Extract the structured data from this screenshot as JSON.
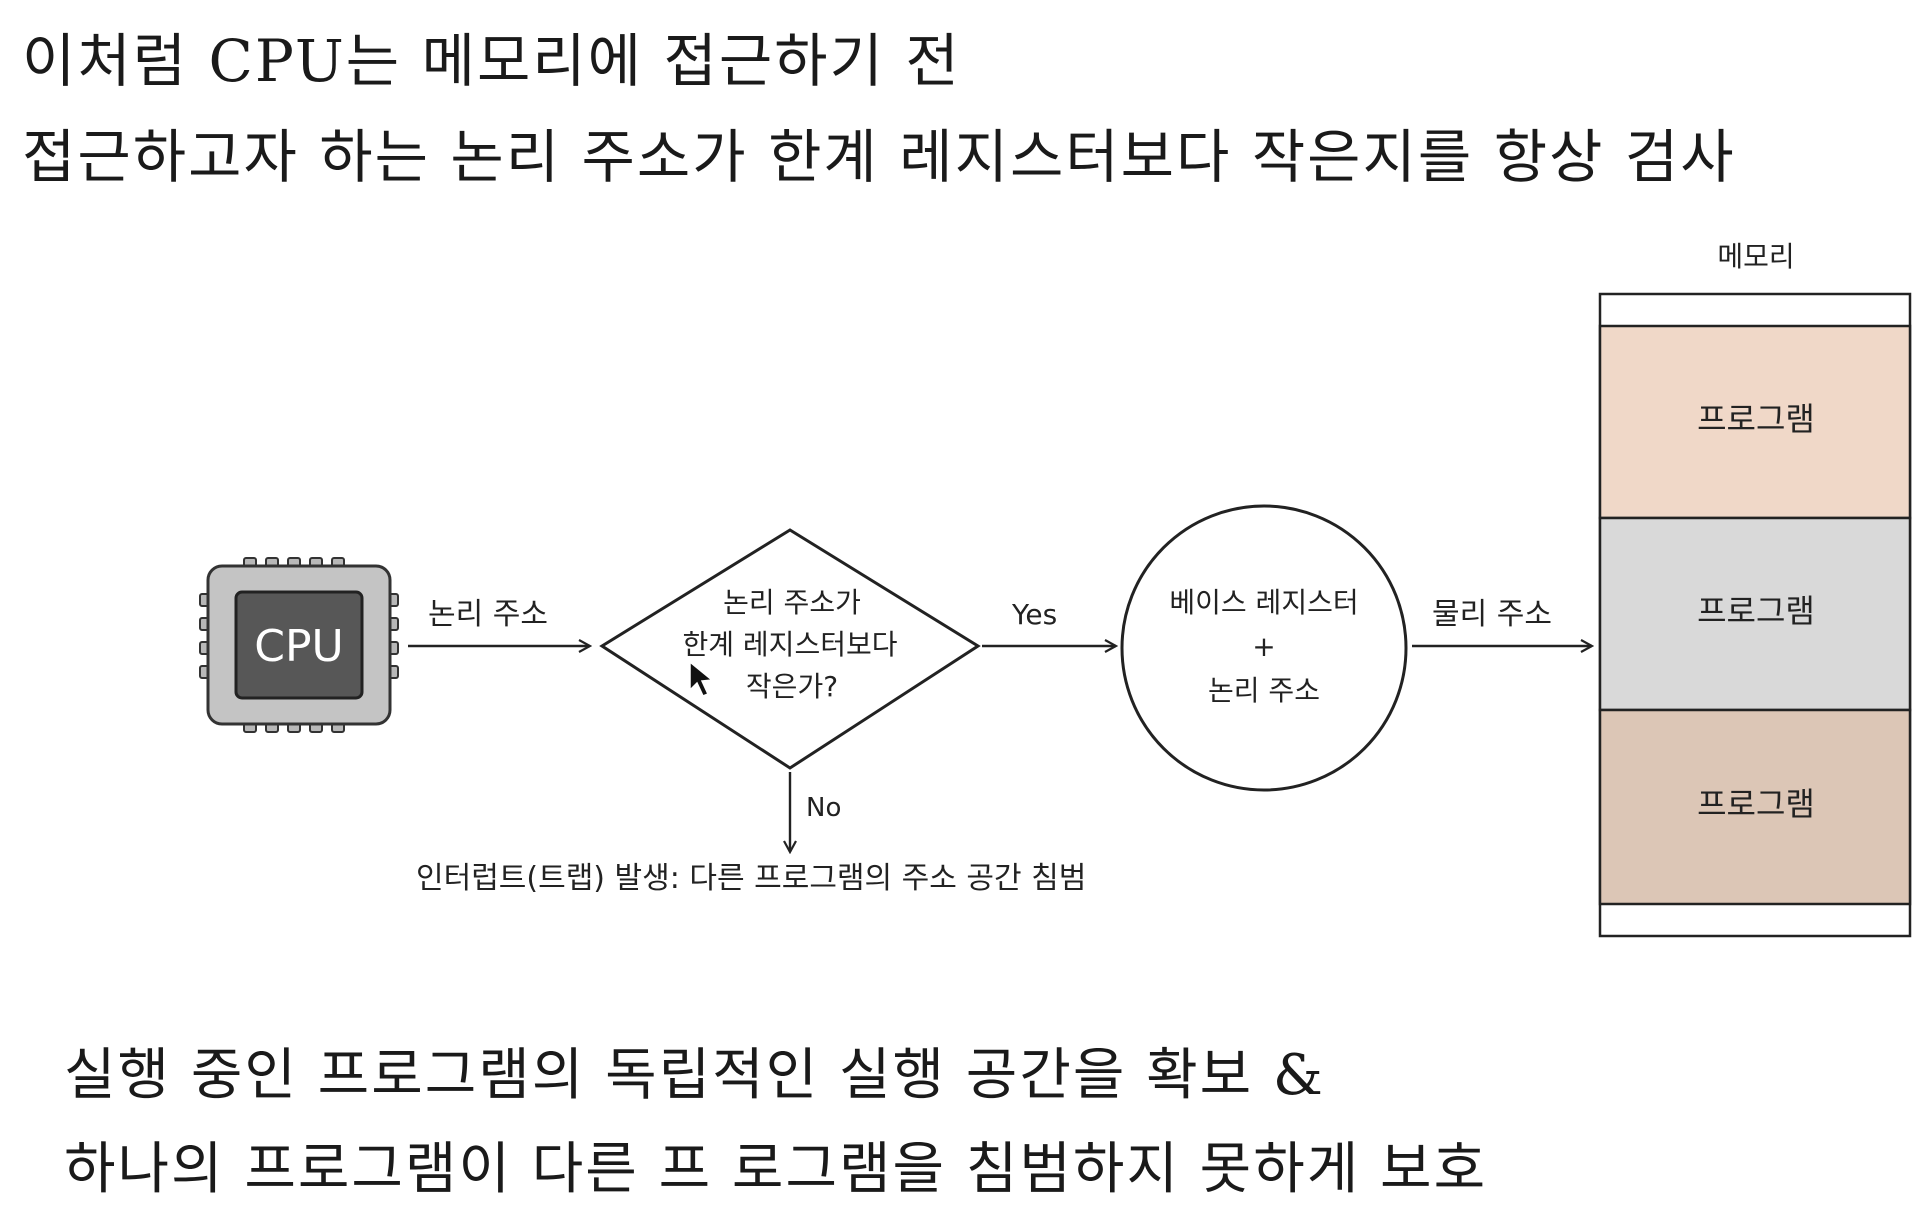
{
  "headline": {
    "line1": "이처럼 CPU는 메모리에 접근하기 전",
    "line2": "접근하고자 하는 논리 주소가 한계 레지스터보다 작은지를 항상 검사"
  },
  "diagram": {
    "cpu_label": "CPU",
    "arrow_logical_address": "논리 주소",
    "decision": {
      "line1": "논리 주소가",
      "line2": "한계 레지스터보다",
      "line3": "작은가?"
    },
    "yes_label": "Yes",
    "no_label": "No",
    "interrupt_text": "인터럽트(트랩) 발생: 다른 프로그램의 주소 공간 침범",
    "sum_node": {
      "line1": "베이스 레지스터",
      "line2": "+",
      "line3": "논리 주소"
    },
    "arrow_physical_address": "물리 주소",
    "memory": {
      "title": "메모리",
      "blocks": [
        {
          "label": "프로그램",
          "color": "#f0d8c8"
        },
        {
          "label": "프로그램",
          "color": "#d9d9d9"
        },
        {
          "label": "프로그램",
          "color": "#dcc6b6"
        }
      ]
    }
  },
  "footer": {
    "line1": "실행 중인 프로그램의 독립적인 실행 공간을 확보 &",
    "line2": "하나의 프로그램이 다른 프 로그램을 침범하지 못하게 보호"
  }
}
